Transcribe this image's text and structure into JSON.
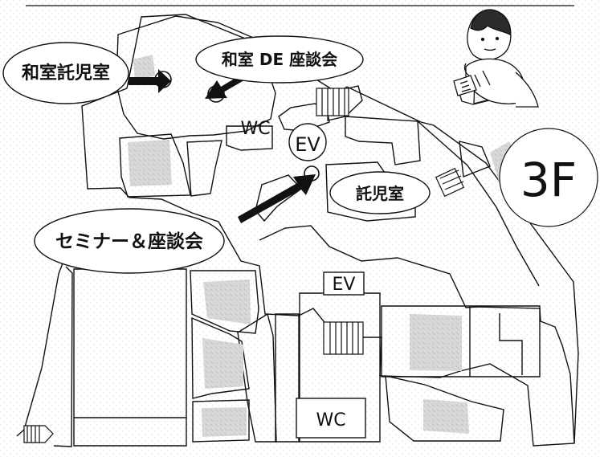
{
  "floor": {
    "label": "3F"
  },
  "rooms": {
    "washitsu_childcare": "和室託児室",
    "washitsu_de_zadankai": "和室 DE 座談会",
    "childcare": "託児室",
    "seminar_zadankai": "セミナー＆座談会"
  },
  "facilities": {
    "elevator_upper": "EV",
    "elevator_lower": "EV",
    "restroom_upper": "WC",
    "restroom_lower": "WC"
  },
  "icons": {
    "arrow": "arrow-icon",
    "stairs": "stairs-icon",
    "study_person": "study-person-icon"
  },
  "colors": {
    "line": "#111111",
    "gray_fill": "#c9c9c9",
    "paper": "#ffffff",
    "dot": "#e6e6e6"
  }
}
